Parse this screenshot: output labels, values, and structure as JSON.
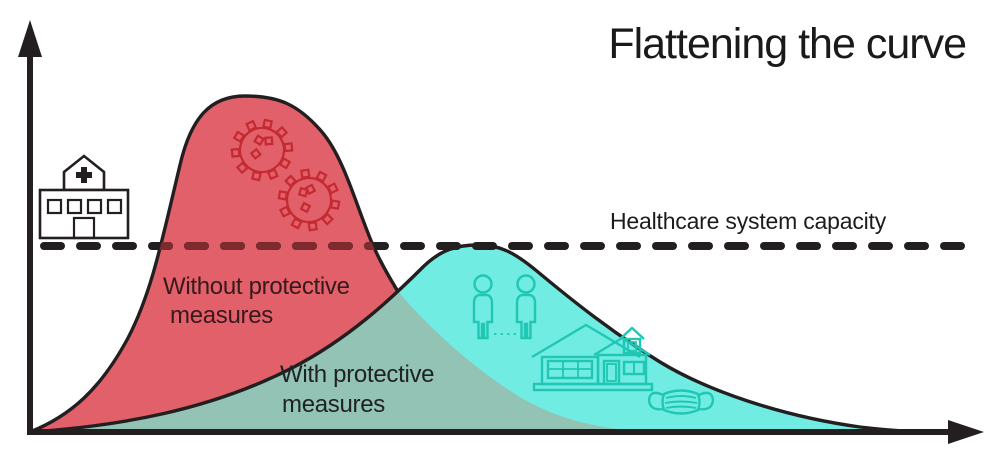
{
  "title": "Flattening the curve",
  "capacity_label": "Healthcare system capacity",
  "curves": {
    "without": {
      "label_line1": "Without protective",
      "label_line2": "measures",
      "fill_color": "#e2606a",
      "outline_color": "#231f20"
    },
    "with": {
      "label_line1": "With protective",
      "label_line2": "measures",
      "fill_color": "#71ece2",
      "outline_color": "#231f20"
    },
    "overlap_fill_color": "#92c3b4"
  },
  "capacity_line": {
    "style": "dashed",
    "color_over_white": "#231f20",
    "color_over_red_curve": "#7e2b30"
  },
  "icons": [
    {
      "name": "hospital-icon",
      "meaning": "healthcare system / hospital",
      "color": "#231f20"
    },
    {
      "name": "virus-icon",
      "meaning": "coronavirus spread (2 viruses on tall curve)",
      "color": "#c52a32"
    },
    {
      "name": "social-distancing-icon",
      "meaning": "two people keeping distance",
      "color": "#1fc7b4"
    },
    {
      "name": "house-icon",
      "meaning": "stay at home",
      "color": "#1fc7b4"
    },
    {
      "name": "mask-icon",
      "meaning": "face mask",
      "color": "#1fc7b4"
    }
  ],
  "colors": {
    "background": "#ffffff",
    "axes": "#231f20",
    "red_curve": "#e2606a",
    "teal_curve": "#71ece2",
    "overlap": "#92c3b4",
    "title_text": "#1a1a1a",
    "without_label_text": "#38191c",
    "teal_icons": "#1fc7b4",
    "virus_outline": "#c52a32"
  },
  "chart_data": {
    "type": "area",
    "title": "Flattening the curve",
    "xlabel": "",
    "ylabel": "",
    "note": "Conceptual epidemic curves; axes have arrowheads but no tick labels. Values normalized to the peak of the 'without measures' curve.",
    "x": [
      0,
      10,
      20,
      30,
      40,
      50,
      60,
      70,
      80,
      90,
      100
    ],
    "series": [
      {
        "name": "Without protective measures",
        "color": "#e2606a",
        "values": [
          0,
          0.24,
          0.99,
          0.96,
          0.43,
          0.15,
          0.03,
          0,
          0,
          0,
          0
        ]
      },
      {
        "name": "With protective measures",
        "color": "#71ece2",
        "values": [
          0,
          0.02,
          0.07,
          0.21,
          0.41,
          0.555,
          0.39,
          0.19,
          0.06,
          0.015,
          0
        ]
      }
    ],
    "reference_line": {
      "label": "Healthcare system capacity",
      "value": 0.555,
      "style": "dashed"
    },
    "ylim": [
      0,
      1.1
    ],
    "grid": false,
    "legend_position": "labels-on-curves"
  }
}
